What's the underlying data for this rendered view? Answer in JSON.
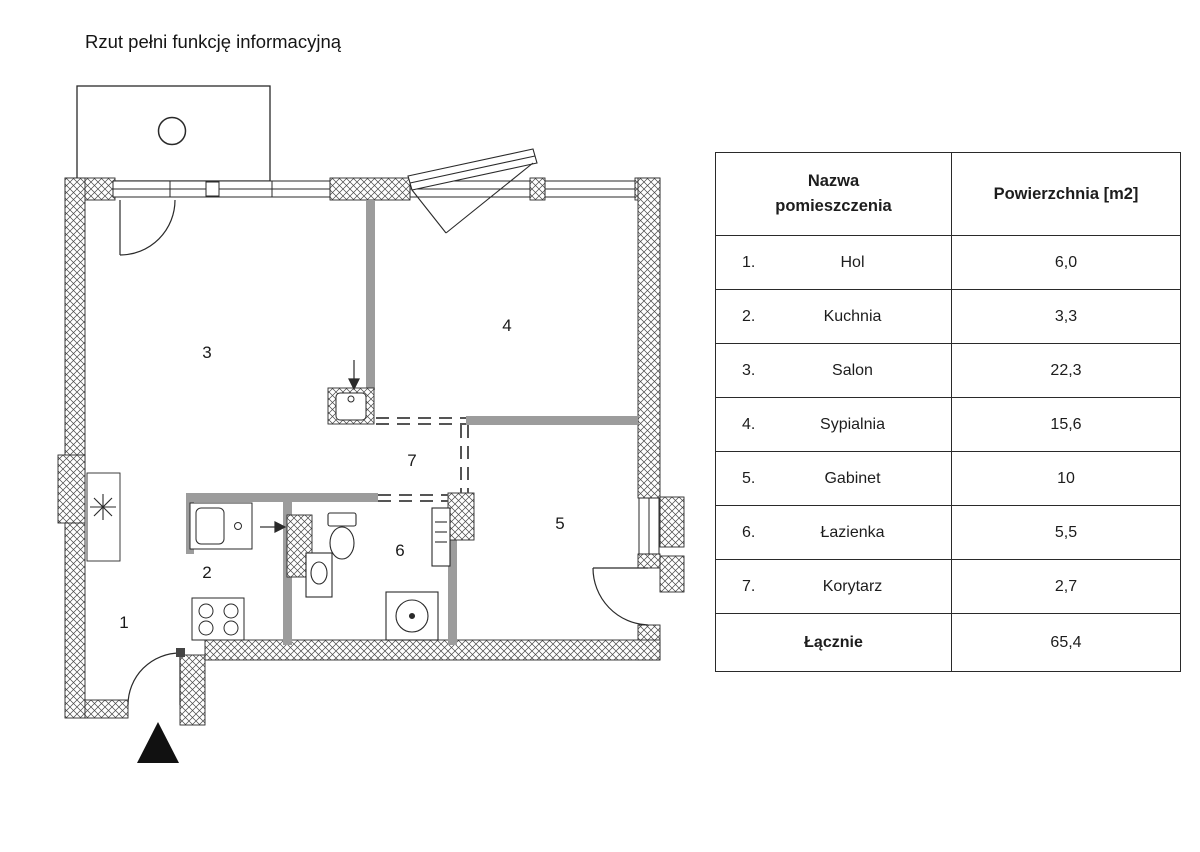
{
  "page": {
    "title": "Rzut pełni funkcję informacyjną"
  },
  "plan": {
    "room_labels": [
      "1",
      "2",
      "3",
      "4",
      "5",
      "6",
      "7"
    ]
  },
  "table": {
    "header": {
      "name": "Nazwa pomieszczenia",
      "area": "Powierzchnia [m2]"
    },
    "rows": [
      {
        "no": "1.",
        "name": "Hol",
        "area": "6,0"
      },
      {
        "no": "2.",
        "name": "Kuchnia",
        "area": "3,3"
      },
      {
        "no": "3.",
        "name": "Salon",
        "area": "22,3"
      },
      {
        "no": "4.",
        "name": "Sypialnia",
        "area": "15,6"
      },
      {
        "no": "5.",
        "name": "Gabinet",
        "area": "10"
      },
      {
        "no": "6.",
        "name": "Łazienka",
        "area": "5,5"
      },
      {
        "no": "7.",
        "name": "Korytarz",
        "area": "2,7"
      }
    ],
    "total": {
      "label": "Łącznie",
      "area": "65,4"
    }
  },
  "colors": {
    "wall_gray": "#9c9c9c",
    "line": "#2a2a2a"
  }
}
